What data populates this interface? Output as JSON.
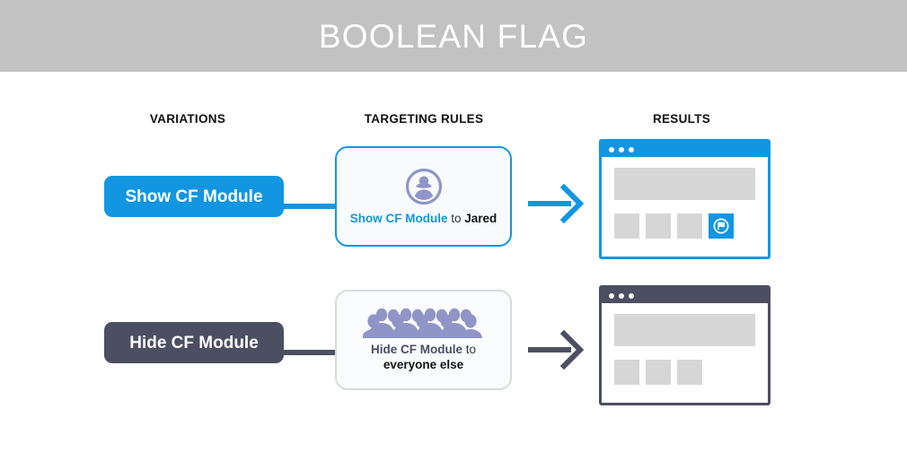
{
  "header": {
    "title": "BOOLEAN FLAG",
    "background_color": "#c2c2c2",
    "text_color": "#ffffff"
  },
  "colors": {
    "accent_blue": "#1296e2",
    "slate_gray": "#4c4e62",
    "icon_purple": "#8f95c6",
    "placeholder_gray": "#d6d6d6",
    "card_blue_fill": "#f8fbfe",
    "card_gray_border": "#d8dade"
  },
  "columns": [
    {
      "label": "VARIATIONS"
    },
    {
      "label": "TARGETING RULES"
    },
    {
      "label": "RESULTS"
    }
  ],
  "rows": [
    {
      "id": "show",
      "variant": "blue",
      "pill_label": "Show CF Module",
      "rule": {
        "icon": "single-user-icon",
        "variation_text": "Show CF Module",
        "connector_text": " to ",
        "audience_text": "Jared",
        "wrap": false
      },
      "arrow": "arrow-right-icon",
      "result": {
        "window_dots": 3,
        "tiles": [
          "placeholder",
          "placeholder",
          "placeholder",
          "cf-module"
        ],
        "cf_module_icon": "flag-bubble-icon",
        "cf_module_visible": "true"
      }
    },
    {
      "id": "hide",
      "variant": "gray",
      "pill_label": "Hide CF Module",
      "rule": {
        "icon": "crowd-icon",
        "variation_text": "Hide CF Module",
        "connector_text": " to",
        "audience_text": "everyone else",
        "wrap": true
      },
      "arrow": "arrow-right-icon",
      "result": {
        "window_dots": 3,
        "tiles": [
          "placeholder",
          "placeholder",
          "placeholder"
        ],
        "cf_module_icon": "",
        "cf_module_visible": "false"
      }
    }
  ]
}
